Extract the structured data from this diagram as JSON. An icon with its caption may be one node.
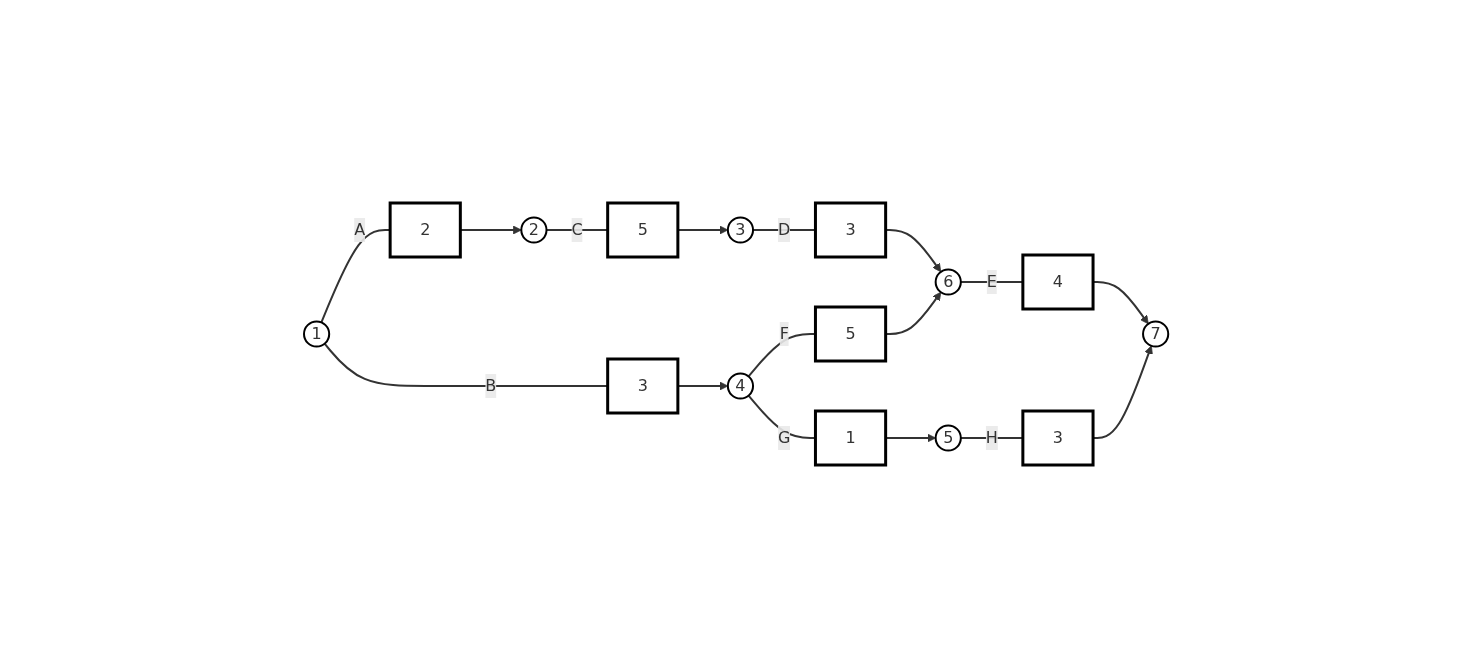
{
  "diagram": {
    "nodes": [
      {
        "text": [
          "1"
        ]
      },
      {
        "text": [
          "2"
        ]
      },
      {
        "text": [
          "3"
        ]
      },
      {
        "text": [
          "6"
        ]
      },
      {
        "text": [
          "4"
        ]
      },
      {
        "text": [
          "5"
        ]
      },
      {
        "text": [
          "7"
        ]
      },
      {
        "text": [
          "2"
        ]
      },
      {
        "text": [
          "3"
        ]
      },
      {
        "text": [
          "5"
        ]
      },
      {
        "text": [
          "3"
        ]
      },
      {
        "text": [
          "4"
        ]
      },
      {
        "text": [
          "5"
        ]
      },
      {
        "text": [
          "1"
        ]
      },
      {
        "text": [
          "3"
        ]
      }
    ],
    "edges": [
      {
        "from": 0,
        "to": 7,
        "arrow": "none",
        "label": "A"
      },
      {
        "from": 7,
        "to": 1,
        "arrow": "to"
      },
      {
        "from": 0,
        "to": 8,
        "arrow": "none",
        "label": "B"
      },
      {
        "from": 8,
        "to": 4,
        "arrow": "to"
      },
      {
        "from": 1,
        "to": 9,
        "arrow": "none",
        "label": "C"
      },
      {
        "from": 9,
        "to": 2,
        "arrow": "to"
      },
      {
        "from": 2,
        "to": 10,
        "arrow": "none",
        "label": "D"
      },
      {
        "from": 10,
        "to": 3,
        "arrow": "to"
      },
      {
        "from": 3,
        "to": 11,
        "arrow": "none",
        "label": "E"
      },
      {
        "from": 11,
        "to": 6,
        "arrow": "to"
      },
      {
        "from": 4,
        "to": 12,
        "arrow": "none",
        "label": "F"
      },
      {
        "from": 12,
        "to": 3,
        "arrow": "to"
      },
      {
        "from": 4,
        "to": 13,
        "arrow": "none",
        "label": "G"
      },
      {
        "from": 13,
        "to": 5,
        "arrow": "to"
      },
      {
        "from": 5,
        "to": 14,
        "arrow": "none",
        "label": "H"
      },
      {
        "from": 14,
        "to": 6,
        "arrow": "to"
      }
    ]
  }
}
